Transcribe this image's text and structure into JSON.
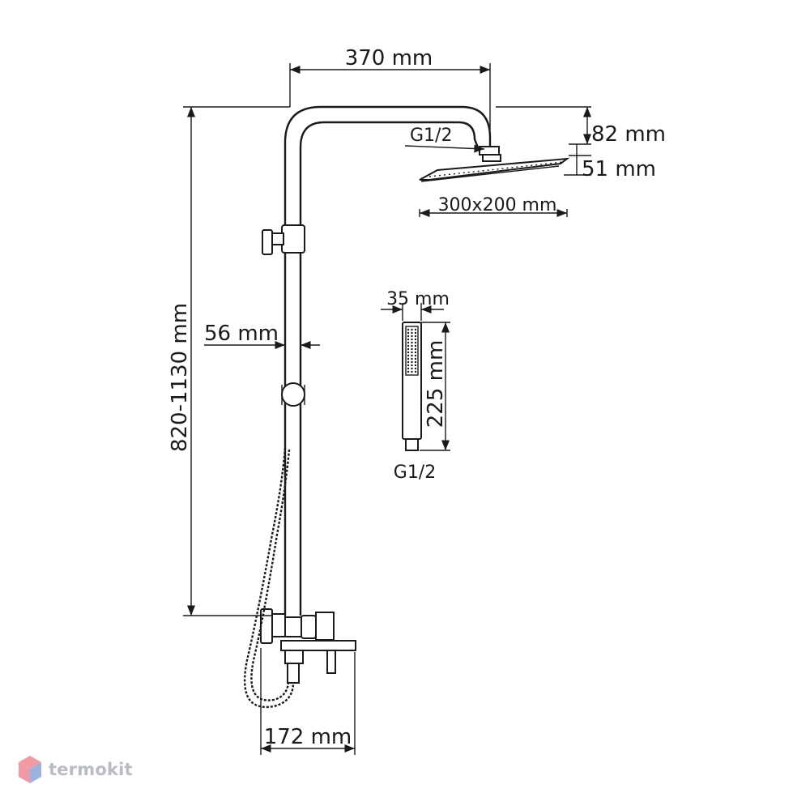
{
  "dimensions": {
    "arm_length": "370 mm",
    "head_height": "82 mm",
    "head_thickness": "51 mm",
    "head_connection": "G1/2",
    "head_size": "300x200 mm",
    "pipe_diameter": "56 mm",
    "rail_height": "820-1130 mm",
    "hand_shower_width": "35 mm",
    "hand_shower_length": "225 mm",
    "hand_shower_connection": "G1/2",
    "mixer_projection": "172 mm"
  },
  "watermark": {
    "text": "termokit",
    "colors": {
      "logo_top": "#f29aa3",
      "logo_bottom": "#9ab2de",
      "text": "#b9bcc4"
    }
  }
}
